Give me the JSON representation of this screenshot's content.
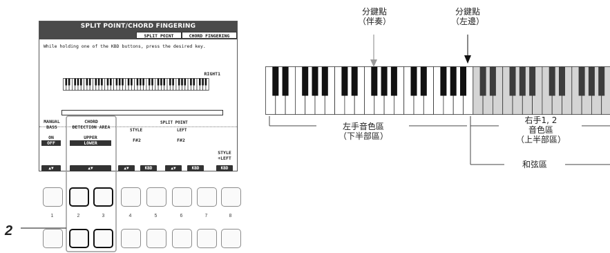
{
  "lcd": {
    "title": "SPLIT POINT/CHORD FINGERING",
    "tab_active": "SPLIT POINT",
    "tab_inactive": "CHORD FINGERING",
    "instruction": "While holding one of the KBD buttons, press the desired key.",
    "right_label": "RIGHT1",
    "manual_bass": {
      "label_top": "MANUAL",
      "label_bottom": "BASS",
      "on": "ON",
      "off": "OFF"
    },
    "chord_area": {
      "label_top": "CHORD",
      "label_bottom": "DETECTION AREA",
      "upper": "UPPER",
      "lower": "LOWER"
    },
    "split_point": {
      "label": "SPLIT POINT",
      "style_label": "STYLE",
      "left_label": "LEFT",
      "style_value": "F#2",
      "left_value": "F#2"
    },
    "style_left": {
      "line1": "STYLE",
      "line2": "+LEFT"
    },
    "ctl_kbd": "KBD",
    "ctl_arrows": "▲▼"
  },
  "buttons": [
    "1",
    "2",
    "3",
    "4",
    "5",
    "6",
    "7",
    "8"
  ],
  "callout": "2",
  "annotations": {
    "split_accomp": {
      "line1": "分鍵點",
      "line2": "（伴奏）"
    },
    "split_left": {
      "line1": "分鍵點",
      "line2": "（左邊）"
    },
    "left_voice": {
      "line1": "左手音色區",
      "line2": "（下半部區）"
    },
    "right_voice": {
      "line1": "右手1, 2",
      "line2": "音色區",
      "line3": "（上半部區）"
    },
    "chord": "和弦區"
  }
}
